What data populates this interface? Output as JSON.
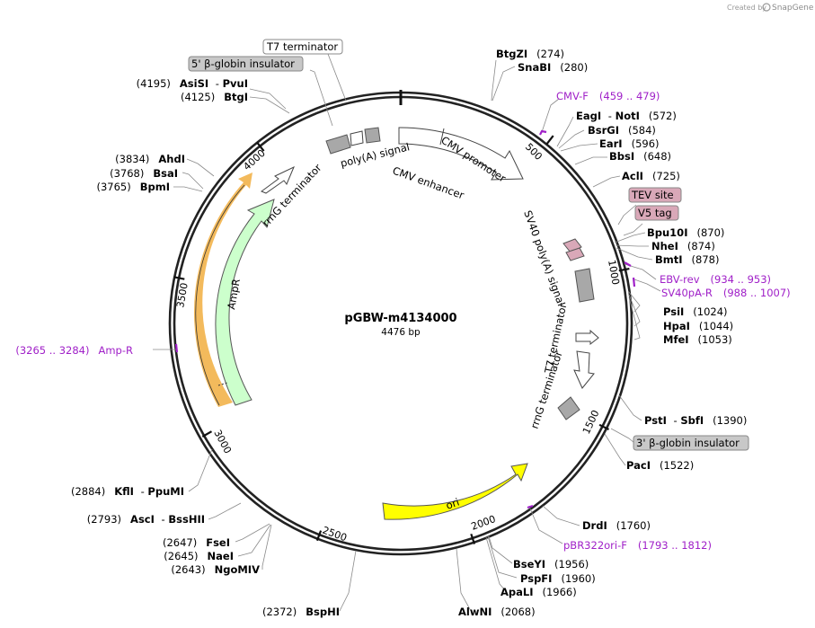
{
  "credit": {
    "text": "Created by",
    "brand": "SnapGene"
  },
  "plasmid": {
    "name": "pGBW-m4134000",
    "length_label": "4476 bp",
    "length": 4476
  },
  "ticks": [
    "500",
    "1000",
    "1500",
    "2000",
    "2500",
    "3000",
    "3500",
    "4000"
  ],
  "features": [
    {
      "name": "CMV enhancer",
      "color": "#ffffff"
    },
    {
      "name": "CMV promoter",
      "color": "#ffffff"
    },
    {
      "name": "SV40 poly(A) signal",
      "color": "#a8a8a8"
    },
    {
      "name": "T7 terminator",
      "color": "#ffffff"
    },
    {
      "name": "rrnG terminator",
      "color": "#ffffff"
    },
    {
      "name": "ori",
      "color": "#ffff00"
    },
    {
      "name": "AmpR",
      "color": "#ccffcc"
    },
    {
      "name": "rrnG terminator",
      "color": "#ffffff"
    },
    {
      "name": "poly(A) signal",
      "color": "#a8a8a8"
    }
  ],
  "boxed_labels": {
    "t7_terminator_top": "T7 terminator",
    "beta_globin_5": "5' β-globin insulator",
    "tev_site": "TEV site",
    "v5_tag": "V5 tag",
    "beta_globin_3": "3' β-globin insulator"
  },
  "enzymes_right": [
    {
      "name": "BtgZI",
      "pos": "(274)"
    },
    {
      "name": "SnaBI",
      "pos": "(280)"
    },
    {
      "name": "EagI",
      "name2": "NotI",
      "pos": "(572)"
    },
    {
      "name": "BsrGI",
      "pos": "(584)"
    },
    {
      "name": "EarI",
      "pos": "(596)"
    },
    {
      "name": "BbsI",
      "pos": "(648)"
    },
    {
      "name": "AclI",
      "pos": "(725)"
    },
    {
      "name": "Bpu10I",
      "pos": "(870)"
    },
    {
      "name": "NheI",
      "pos": "(874)"
    },
    {
      "name": "BmtI",
      "pos": "(878)"
    },
    {
      "name": "PsiI",
      "pos": "(1024)"
    },
    {
      "name": "HpaI",
      "pos": "(1044)"
    },
    {
      "name": "MfeI",
      "pos": "(1053)"
    },
    {
      "name": "PstI",
      "name2": "SbfI",
      "pos": "(1390)"
    },
    {
      "name": "PacI",
      "pos": "(1522)"
    },
    {
      "name": "DrdI",
      "pos": "(1760)"
    },
    {
      "name": "BseYI",
      "pos": "(1956)"
    },
    {
      "name": "PspFI",
      "pos": "(1960)"
    },
    {
      "name": "ApaLI",
      "pos": "(1966)"
    },
    {
      "name": "AlwNI",
      "pos": "(2068)"
    }
  ],
  "enzymes_left": [
    {
      "name": "AsiSI",
      "name2": "PvuI",
      "pos": "(4195)"
    },
    {
      "name": "BtgI",
      "pos": "(4125)"
    },
    {
      "name": "AhdI",
      "pos": "(3834)"
    },
    {
      "name": "BsaI",
      "pos": "(3768)"
    },
    {
      "name": "BpmI",
      "pos": "(3765)"
    },
    {
      "name": "KflI",
      "name2": "PpuMI",
      "pos": "(2884)"
    },
    {
      "name": "AscI",
      "name2": "BssHII",
      "pos": "(2793)"
    },
    {
      "name": "FseI",
      "pos": "(2647)"
    },
    {
      "name": "NaeI",
      "pos": "(2645)"
    },
    {
      "name": "NgoMIV",
      "pos": "(2643)"
    },
    {
      "name": "BspHI",
      "pos": "(2372)"
    }
  ],
  "primers": [
    {
      "name": "CMV-F",
      "range": "(459 .. 479)"
    },
    {
      "name": "EBV-rev",
      "range": "(934 .. 953)"
    },
    {
      "name": "SV40pA-R",
      "range": "(988 .. 1007)"
    },
    {
      "name": "pBR322ori-F",
      "range": "(1793 .. 1812)"
    },
    {
      "name": "Amp-R",
      "range": "(3265 .. 3284)"
    }
  ],
  "colors": {
    "backbone": "#222222",
    "primer": "#a020c8",
    "ori": "#ffff00",
    "ampr": "#ccffcc",
    "ampr_primer_highlight": "#f2b24a",
    "grey_feature": "#a8a8a8",
    "tag": "#d9a8b8"
  }
}
